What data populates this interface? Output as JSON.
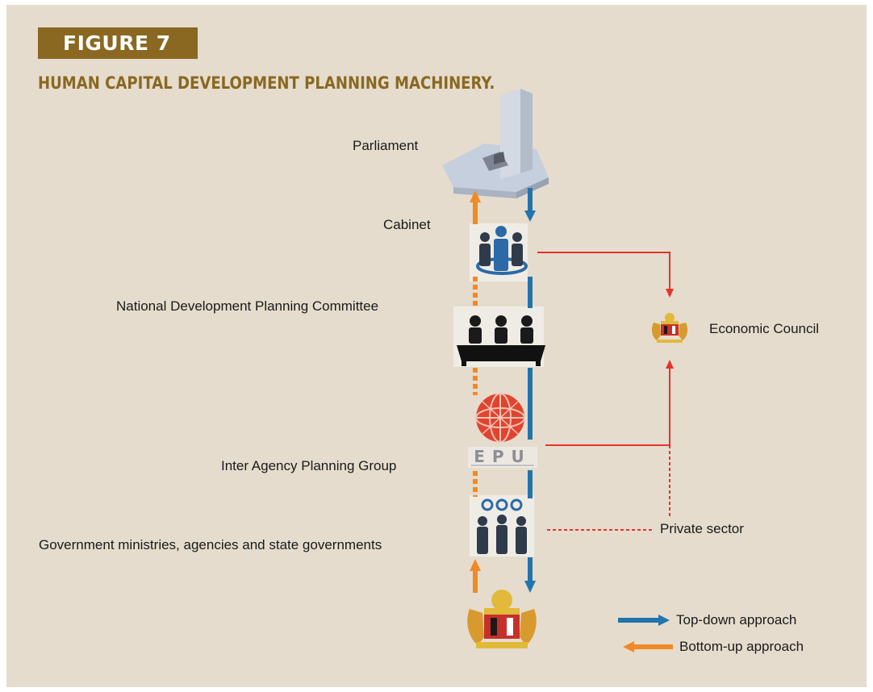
{
  "figure": {
    "tag": "FIGURE 7",
    "title": "HUMAN CAPITAL DEVELOPMENT PLANNING MACHINERY."
  },
  "nodes": {
    "parliament": "Parliament",
    "cabinet": "Cabinet",
    "ndpc": "National Development Planning Committee",
    "iapg": "Inter Agency Planning Group",
    "gov": "Government ministries, agencies and state governments",
    "economic_council": "Economic Council",
    "private_sector": "Private sector",
    "epu_logo_text": "EPU"
  },
  "legend": {
    "top_down": "Top-down approach",
    "bottom_up": "Bottom-up  approach"
  },
  "colors": {
    "panel": "#e5dccd",
    "brand": "#8a6821",
    "top_down": "#2274ad",
    "bottom_up": "#f08a27",
    "link": "#e8322b"
  }
}
